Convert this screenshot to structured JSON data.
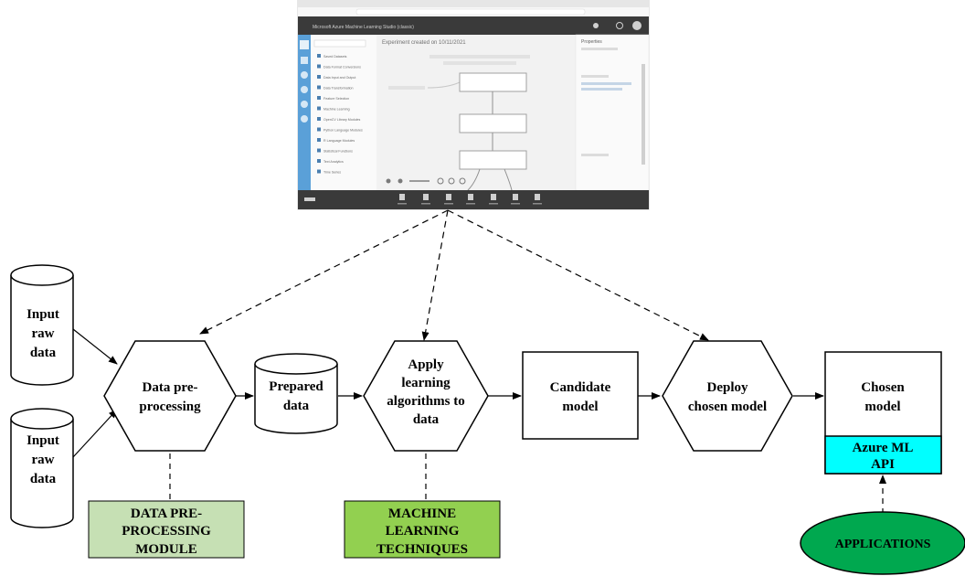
{
  "diagram": {
    "input1": [
      "Input",
      "raw",
      "data"
    ],
    "input2": [
      "Input",
      "raw",
      "data"
    ],
    "preprocess": [
      "Data pre-",
      "processing"
    ],
    "prepared": [
      "Prepared",
      "data"
    ],
    "apply": [
      "Apply",
      "learning",
      "algorithms to",
      "data"
    ],
    "candidate": [
      "Candidate",
      "model"
    ],
    "deploy": [
      "Deploy",
      "chosen model"
    ],
    "chosen": [
      "Chosen",
      "model"
    ],
    "azure": [
      "Azure ML",
      "API"
    ],
    "prep_module": [
      "DATA PRE-",
      "PROCESSING",
      "MODULE"
    ],
    "ml_techniques": [
      "MACHINE",
      "LEARNING",
      "TECHNIQUES"
    ],
    "applications": "APPLICATIONS"
  },
  "colors": {
    "prep_module_fill": "#c6e0b4",
    "ml_techniques_fill": "#92d050",
    "azure_fill": "#00ffff",
    "applications_fill": "#00a84f",
    "screenshot_sidebar": "#5aa0d8",
    "screenshot_topbar": "#3a3a3a"
  },
  "screenshot": {
    "title": "Microsoft Azure Machine Learning Studio (classic)",
    "experiment_title": "Experiment created on 10/11/2021",
    "properties_label": "Properties",
    "module_list": [
      "Saved Datasets",
      "Data Format Conversions",
      "Data Input and Output",
      "Data Transformation",
      "Feature Selection",
      "Machine Learning",
      "OpenCV Library Modules",
      "Python Language Modules",
      "R Language Modules",
      "Statistical Functions",
      "Text Analytics",
      "Time Series"
    ]
  }
}
